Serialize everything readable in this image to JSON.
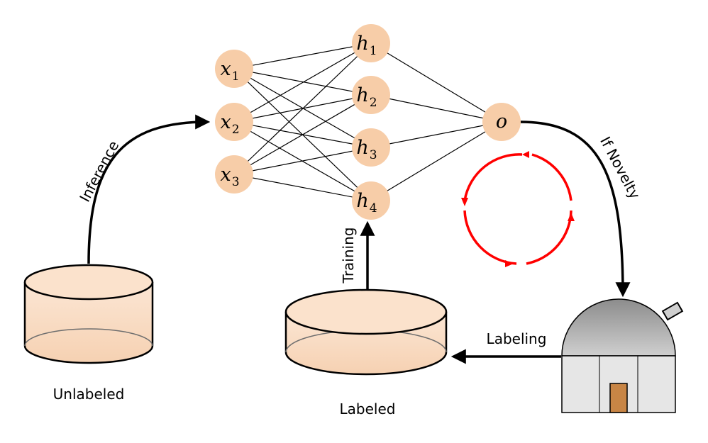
{
  "nodes": {
    "x1": {
      "base": "x",
      "sub": "1"
    },
    "x2": {
      "base": "x",
      "sub": "2"
    },
    "x3": {
      "base": "x",
      "sub": "3"
    },
    "h1": {
      "base": "h",
      "sub": "1"
    },
    "h2": {
      "base": "h",
      "sub": "2"
    },
    "h3": {
      "base": "h",
      "sub": "3"
    },
    "h4": {
      "base": "h",
      "sub": "4"
    },
    "o": {
      "base": "o",
      "sub": ""
    }
  },
  "labels": {
    "inference": "Inference",
    "training": "Training",
    "if_novelty": "If Novelty",
    "labeling": "Labeling",
    "unlabeled": "Unlabeled",
    "labeled": "Labeled"
  },
  "colors": {
    "node_fill": "#f7cda8",
    "cylinder_fill": "#f9dcc4",
    "cycle": "#ff0000",
    "dome": "#9a9a9a",
    "building": "#e6e6e6",
    "door": "#c88545"
  },
  "icons": {
    "observatory": "observatory-icon",
    "cycle": "cycle-arrows-icon"
  }
}
